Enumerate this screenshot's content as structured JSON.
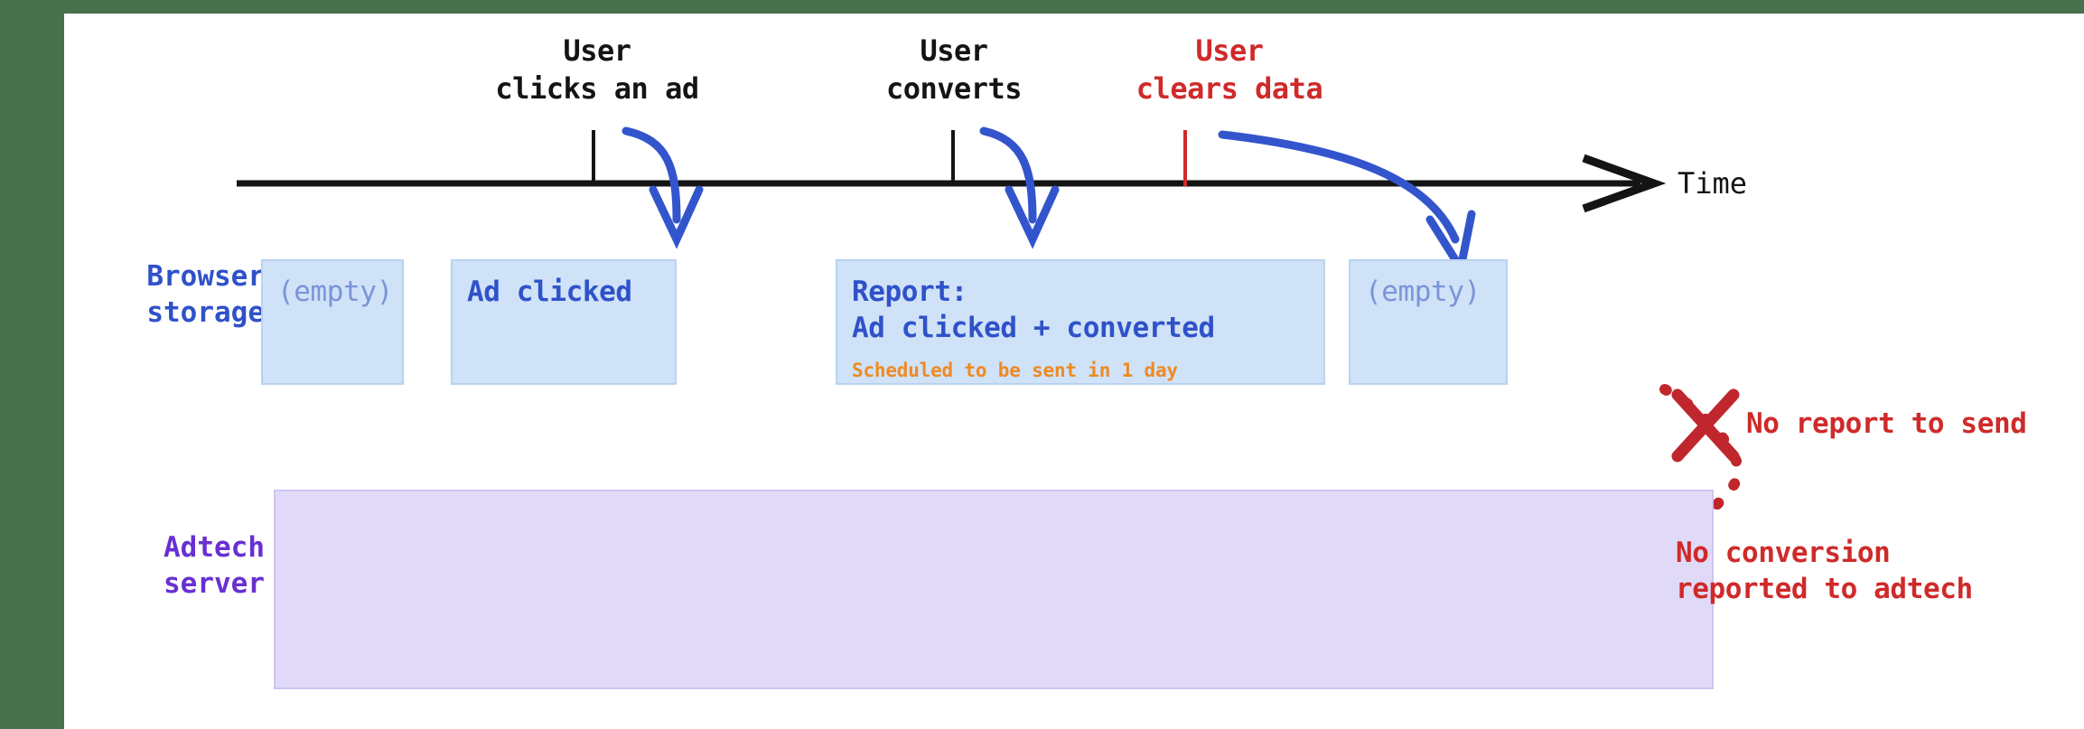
{
  "diagram": {
    "title_axis": "Time",
    "timeline": {
      "axis_label": "Time",
      "events": [
        {
          "id": "click",
          "label": "User\nclicks an ad",
          "color": "#141414",
          "tick_color": "#141414"
        },
        {
          "id": "convert",
          "label": "User\nconverts",
          "color": "#141414",
          "tick_color": "#141414"
        },
        {
          "id": "clear",
          "label": "User\nclears data",
          "color": "#cf2a2a",
          "tick_color": "#cf2a2a"
        }
      ]
    },
    "rows": [
      {
        "id": "browser-storage",
        "label": "Browser\nstorage",
        "color": "#2f51c9"
      },
      {
        "id": "adtech-server",
        "label": "Adtech\nserver",
        "color": "#6830d1"
      }
    ],
    "storage_boxes": [
      {
        "id": "state-empty-initial",
        "state": "empty",
        "text": "(empty)"
      },
      {
        "id": "state-ad-clicked",
        "state": "filled",
        "text": "Ad clicked"
      },
      {
        "id": "state-report",
        "state": "filled",
        "text": "Report:\nAd clicked + converted",
        "sub": "Scheduled to be sent in 1 day"
      },
      {
        "id": "state-empty-cleared",
        "state": "empty",
        "text": "(empty)"
      }
    ],
    "annotations": [
      {
        "id": "no-report-to-send",
        "text": "No report to send",
        "color": "#cf2a2a"
      },
      {
        "id": "no-conversion-reported",
        "text": "No conversion\nreported to adtech",
        "color": "#cf2a2a"
      }
    ],
    "icons": {
      "cross": "red-x-icon",
      "blocked_arrow": "dotted-blocked-arrow-icon"
    },
    "colors": {
      "background_frame": "#47704d",
      "canvas": "#ffffff",
      "browser_box_fill": "#cfe2f7",
      "browser_box_border": "#b9d3f0",
      "adtech_box_fill": "#e0daf8",
      "adtech_box_border": "#cfc4f2",
      "blue_arrow": "#3355cc",
      "red": "#cf2a2a",
      "orange": "#ee8a22",
      "axis": "#141414"
    }
  }
}
